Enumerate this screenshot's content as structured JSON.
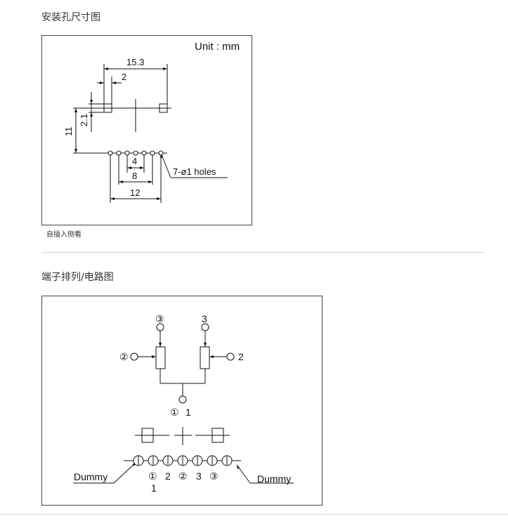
{
  "mounting": {
    "title": "安装孔尺寸图",
    "unit_label": "Unit : mm",
    "dims": {
      "d15_3": "15.3",
      "d2": "2",
      "d2_1": "2.1",
      "d11": "11",
      "d4": "4",
      "d8": "8",
      "d12": "12"
    },
    "holes_label": "7-ø1 holes",
    "caption": "自插入侧看"
  },
  "terminal": {
    "title": "端子排列/电路图",
    "pins": {
      "top_left": "③",
      "top_right": "3",
      "mid_left": "②",
      "mid_right": "2",
      "bottom_circled": "①",
      "bottom_plain": "1"
    },
    "dummy_left": "Dummy",
    "dummy_right": "Dummy",
    "row_labels": [
      "①",
      "2",
      "②",
      "3",
      "③"
    ],
    "row_label_below": "1"
  }
}
